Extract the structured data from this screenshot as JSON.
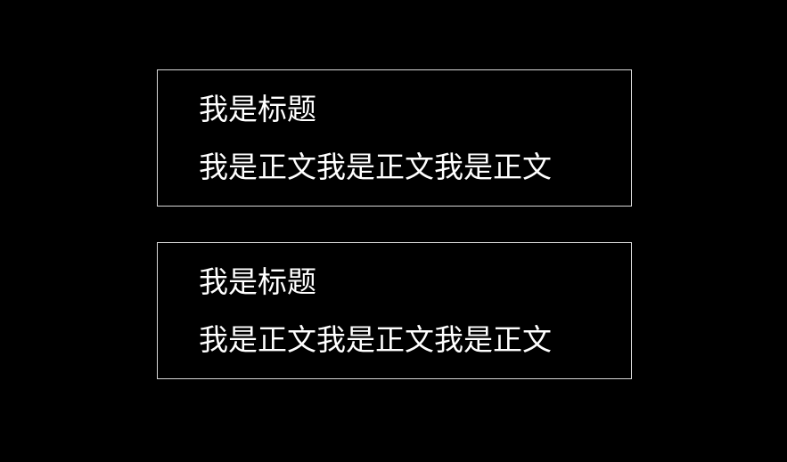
{
  "cards": [
    {
      "title": "我是标题",
      "body": "我是正文我是正文我是正文"
    },
    {
      "title": "我是标题",
      "body": "我是正文我是正文我是正文"
    }
  ],
  "colors": {
    "background": "#000000",
    "text": "#ffffff",
    "border": "#d9d9d9"
  }
}
